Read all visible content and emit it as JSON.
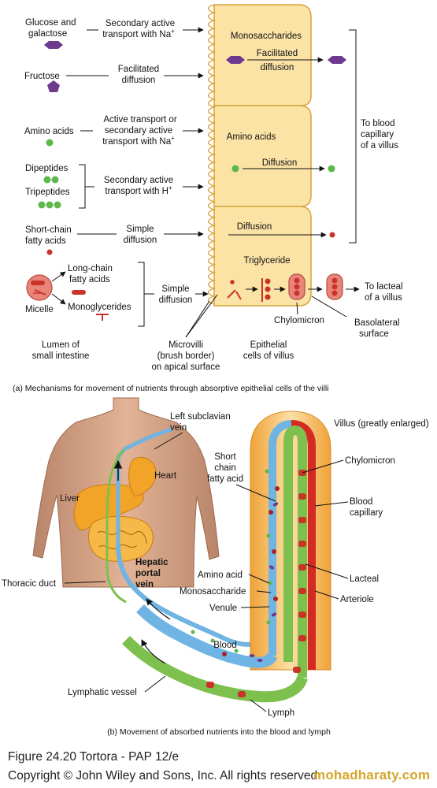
{
  "part_a": {
    "caption": "(a) Mechanisms for movement of nutrients through absorptive epithelial cells of the villi",
    "nutrients": [
      {
        "line1": "Glucose and",
        "line2": "galactose"
      },
      {
        "line1": "Fructose",
        "line2": ""
      },
      {
        "line1": "Amino acids",
        "line2": ""
      },
      {
        "line1": "Dipeptides",
        "line2": "Tripeptides"
      },
      {
        "line1": "Short-chain",
        "line2": "fatty acids"
      },
      {
        "line1": "Long-chain",
        "line2": "fatty acids"
      },
      {
        "line1": "Monoglycerides",
        "line2": ""
      },
      {
        "line1": "Micelle",
        "line2": ""
      }
    ],
    "mechanisms": {
      "glucose_l1": "Secondary active",
      "glucose_l2": "transport with Na",
      "glucose_sup": "+",
      "fructose_l1": "Facilitated",
      "fructose_l2": "diffusion",
      "amino_l1": "Active transport or",
      "amino_l2": "secondary active",
      "amino_l3": "transport with Na",
      "amino_sup": "+",
      "peptide_l1": "Secondary active",
      "peptide_l2": "transport with H",
      "peptide_sup": "+",
      "scfa_l1": "Simple",
      "scfa_l2": "diffusion",
      "lcfa_l1": "Simple",
      "lcfa_l2": "diffusion"
    },
    "cells": {
      "monosaccharides": "Monosaccharides",
      "facilitated_l1": "Facilitated",
      "facilitated_l2": "diffusion",
      "amino_acids": "Amino acids",
      "diffusion_1": "Diffusion",
      "diffusion_2": "Diffusion",
      "triglyceride": "Triglyceride",
      "chylomicron": "Chylomicron"
    },
    "labels": {
      "to_blood_l1": "To blood",
      "to_blood_l2": "capillary",
      "to_blood_l3": "of a villus",
      "to_lacteal_l1": "To lacteal",
      "to_lacteal_l2": "of a villus",
      "basolateral_l1": "Basolateral",
      "basolateral_l2": "surface",
      "lumen_l1": "Lumen of",
      "lumen_l2": "small intestine",
      "microvilli_l1": "Microvilli",
      "microvilli_l2": "(brush border)",
      "microvilli_l3": "on apical surface",
      "epithelial_l1": "Epithelial",
      "epithelial_l2": "cells of villus"
    }
  },
  "part_b": {
    "caption": "(b) Movement of absorbed nutrients into the blood and lymph",
    "labels": {
      "left_subclavian_l1": "Left subclavian",
      "left_subclavian_l2": "vein",
      "heart": "Heart",
      "liver": "Liver",
      "thoracic_duct": "Thoracic duct",
      "hepatic_l1": "Hepatic",
      "hepatic_l2": "portal",
      "hepatic_l3": "vein",
      "villus": "Villus (greatly enlarged)",
      "scfa_l1": "Short",
      "scfa_l2": "chain",
      "scfa_l3": "fatty acid",
      "chylomicron": "Chylomicron",
      "blood_cap_l1": "Blood",
      "blood_cap_l2": "capillary",
      "amino_acid": "Amino acid",
      "monosaccharide": "Monosaccharide",
      "venule": "Venule",
      "lacteal": "Lacteal",
      "arteriole": "Arteriole",
      "blood": "Blood",
      "lymphatic_vessel": "Lymphatic vessel",
      "lymph": "Lymph"
    }
  },
  "footer": {
    "figure": "Figure 24.20  Tortora - PAP 12/e",
    "copyright": "Copyright © John Wiley and Sons, Inc. All rights reserved.",
    "watermark": "mohadharaty.com"
  },
  "colors": {
    "cell_fill": "#fbe3a6",
    "cell_stroke": "#d8a43c",
    "sugar": "#6d3a8e",
    "amino": "#5cb84a",
    "fat": "#c8342a",
    "vein": "#6fb4e2",
    "lymph": "#7ec04e",
    "artery": "#d42a24",
    "liver": "#f2a428",
    "skin": "#d6a486"
  }
}
